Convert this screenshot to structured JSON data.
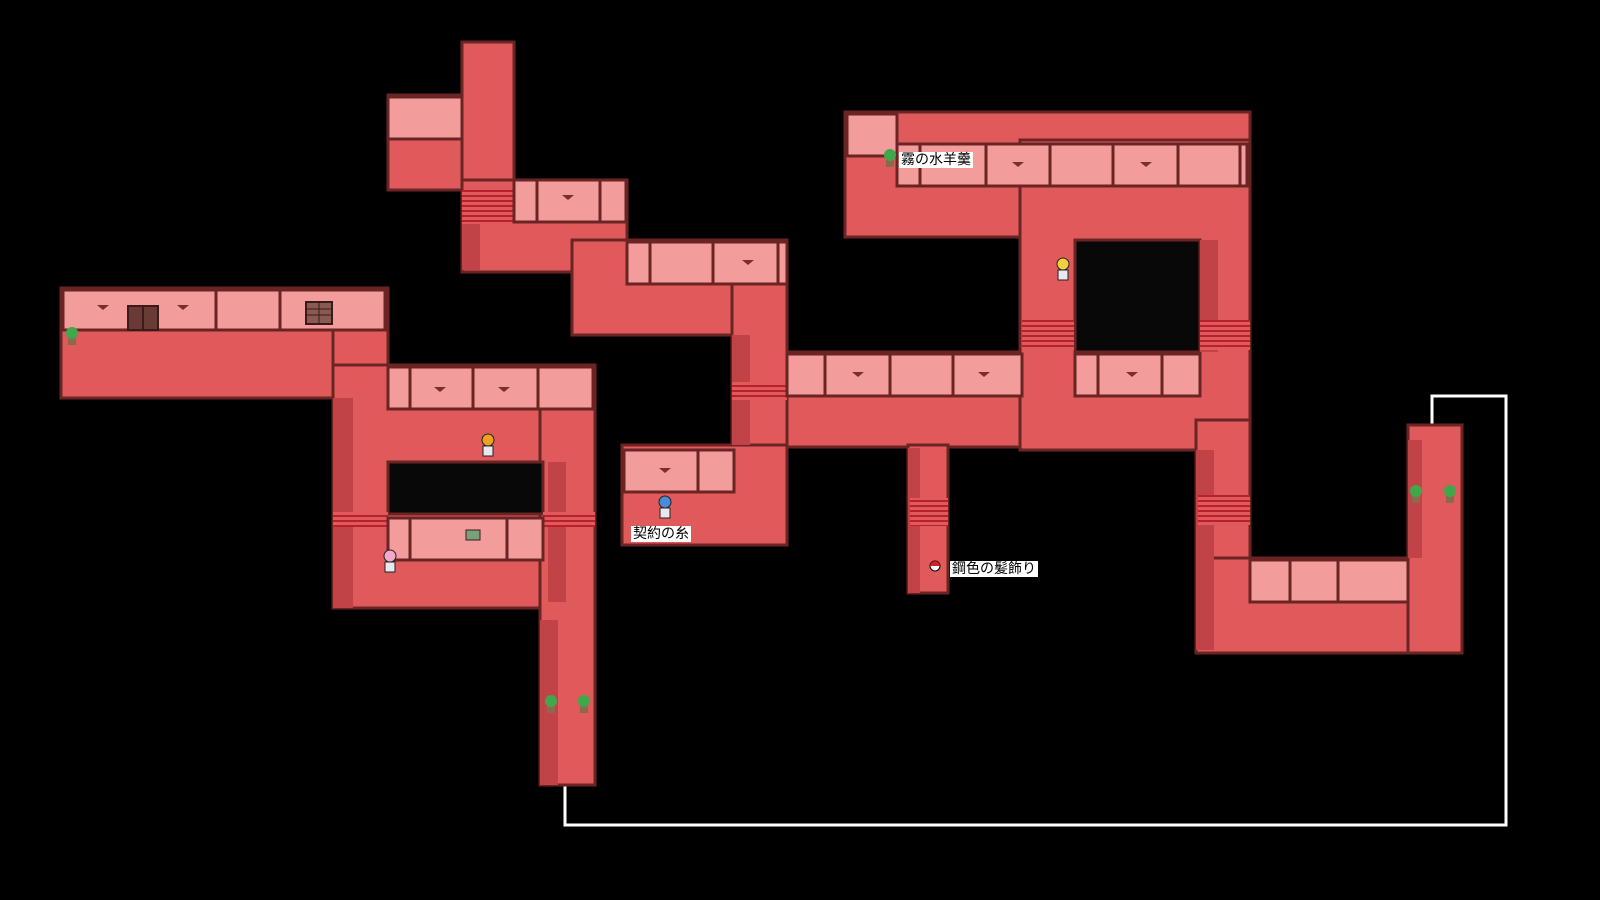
{
  "colors": {
    "background": "#000000",
    "floor": "#e05a5c",
    "floor_shadow": "#c24347",
    "wall_face": "#f29c9c",
    "wall_top": "#f7c0c0",
    "wall_outline": "#6b2424",
    "stripe": "#b8202a",
    "route_line": "#ffffff"
  },
  "item_labels": {
    "kiri": "霧の水羊羹",
    "keiyaku": "契約の糸",
    "hagane": "鋼色の髪飾り"
  },
  "sprites": [
    {
      "kind": "plant-icon"
    },
    {
      "kind": "plant-icon"
    },
    {
      "kind": "plant-icon"
    },
    {
      "kind": "plant-icon"
    },
    {
      "kind": "plant-icon"
    },
    {
      "kind": "plant-icon"
    },
    {
      "kind": "npc-orange"
    },
    {
      "kind": "npc-pink"
    },
    {
      "kind": "npc-blue"
    },
    {
      "kind": "npc-yellow"
    },
    {
      "kind": "item-ball-icon"
    }
  ]
}
